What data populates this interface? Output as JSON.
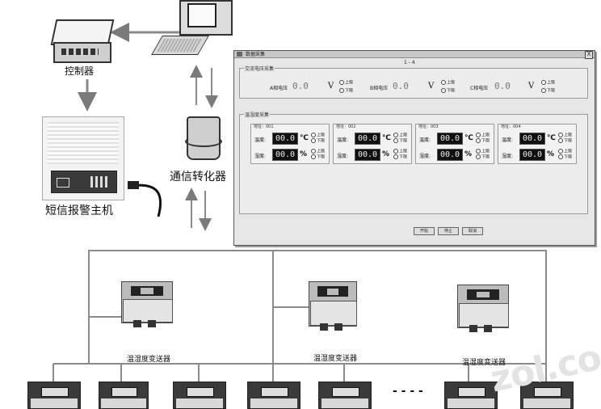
{
  "labels": {
    "controller": "控制器",
    "sms_alarm_host": "短信报警主机",
    "comm_converter": "通信转化器",
    "transmitters": [
      "温湿度变送器",
      "温湿度变送器",
      "温湿度变送器"
    ],
    "ellipsis": "- - - -"
  },
  "dialog": {
    "title": "数据采集",
    "counter": "1 - 4",
    "close": "X",
    "ac_group_title": "交流电压采集",
    "phases": [
      {
        "label": "A相电压",
        "value": "0.0",
        "unit": "V",
        "upper": "上限",
        "lower": "下限"
      },
      {
        "label": "B相电压",
        "value": "0.0",
        "unit": "V",
        "upper": "上限",
        "lower": "下限"
      },
      {
        "label": "C相电压",
        "value": "0.0",
        "unit": "V",
        "upper": "上限",
        "lower": "下限"
      }
    ],
    "th_group_title": "温湿度采集",
    "temp_label": "温度:",
    "hum_label": "湿度:",
    "temp_unit": "℃",
    "hum_unit": "%",
    "upper": "上限",
    "lower": "下限",
    "units": [
      {
        "addr": "地址：001",
        "temp": "00.0",
        "hum": "00.0"
      },
      {
        "addr": "地址：002",
        "temp": "00.0",
        "hum": "00.0"
      },
      {
        "addr": "地址：003",
        "temp": "00.0",
        "hum": "00.0"
      },
      {
        "addr": "地址：004",
        "temp": "00.0",
        "hum": "00.0"
      }
    ],
    "buttons": {
      "start": "开始",
      "stop": "停止",
      "cancel": "取消"
    }
  },
  "watermark": "zol.com",
  "colors": {
    "line": "#8a8a8a",
    "arrow": "#7a7a7a",
    "display_bg": "#111111"
  }
}
